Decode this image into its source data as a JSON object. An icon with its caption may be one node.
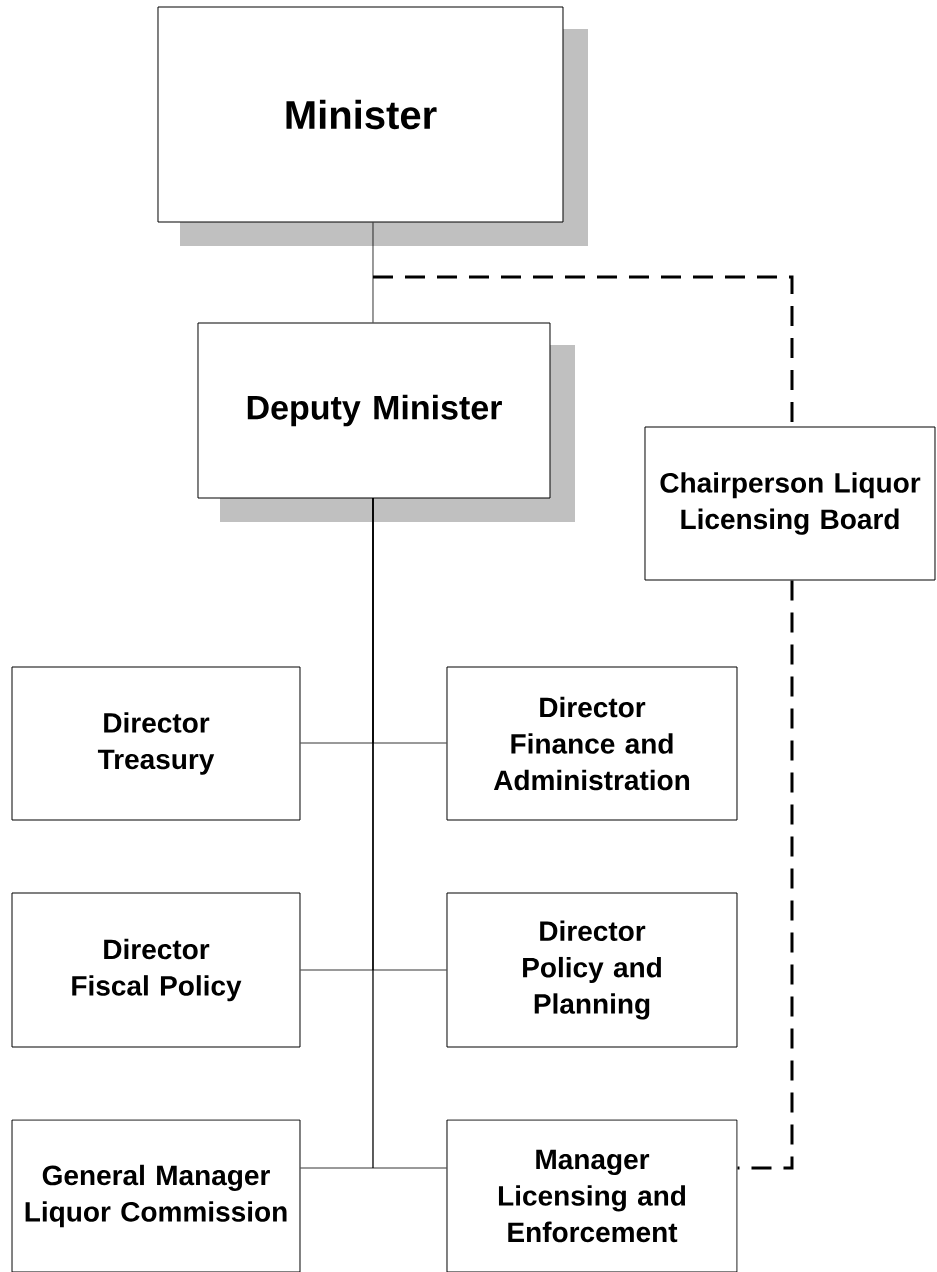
{
  "diagram": {
    "nodes": [
      {
        "text": [
          "Minister"
        ]
      },
      {
        "text": [
          "Deputy Minister"
        ]
      },
      {
        "text": [
          "Chairperson Liquor Licensing Board"
        ]
      },
      {
        "text": [
          "Director Treasury"
        ]
      },
      {
        "text": [
          "Director Finance and Administration"
        ]
      },
      {
        "text": [
          "Director Fiscal Policy"
        ]
      },
      {
        "text": [
          "Director Policy and Planning"
        ]
      },
      {
        "text": [
          "General Manager Liquor Commission"
        ]
      },
      {
        "text": [
          "Manager Licensing and Enforcement"
        ]
      }
    ],
    "edges": [
      {
        "from": 0,
        "to": 1,
        "arrow": "none"
      },
      {
        "from": 0,
        "to": 2,
        "arrow": "none",
        "style": "dashed"
      },
      {
        "from": 1,
        "to": 3,
        "arrow": "none"
      },
      {
        "from": 1,
        "to": 4,
        "arrow": "none"
      },
      {
        "from": 1,
        "to": 5,
        "arrow": "none"
      },
      {
        "from": 1,
        "to": 6,
        "arrow": "none"
      },
      {
        "from": 1,
        "to": 7,
        "arrow": "none"
      },
      {
        "from": 1,
        "to": 8,
        "arrow": "none"
      },
      {
        "from": 2,
        "to": 8,
        "arrow": "none",
        "style": "dashed"
      }
    ]
  }
}
